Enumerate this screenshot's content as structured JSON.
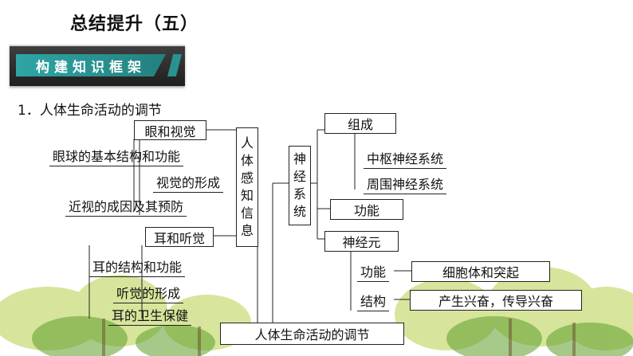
{
  "header": {
    "title": "总结提升（五）",
    "banner": "构建知识框架"
  },
  "section": {
    "heading": "1．人体生命活动的调节"
  },
  "left": {
    "sense_label": [
      "人",
      "体",
      "感",
      "知",
      "信",
      "息"
    ],
    "eye": {
      "title": "眼和视觉",
      "items": [
        "眼球的基本结构和功能",
        "视觉的形成",
        "近视的成因及其预防"
      ]
    },
    "ear": {
      "title": "耳和听觉",
      "items": [
        "耳的结构和功能",
        "听觉的形成",
        "耳的卫生保健"
      ]
    }
  },
  "right": {
    "nervous_label": [
      "神",
      "经",
      "系",
      "统"
    ],
    "composition": {
      "title": "组成",
      "items": [
        "中枢神经系统",
        "周围神经系统"
      ]
    },
    "function": "功能",
    "neuron": {
      "title": "神经元",
      "function_label": "功能",
      "function_value": "细胞体和突起",
      "structure_label": "结构",
      "structure_value": "产生兴奋，传导兴奋"
    }
  },
  "footer": {
    "root": "人体生命活动的调节"
  },
  "colors": {
    "banner_accent": "#2ea6a4",
    "banner_dark": "#2b2b2b",
    "line": "#222222"
  }
}
